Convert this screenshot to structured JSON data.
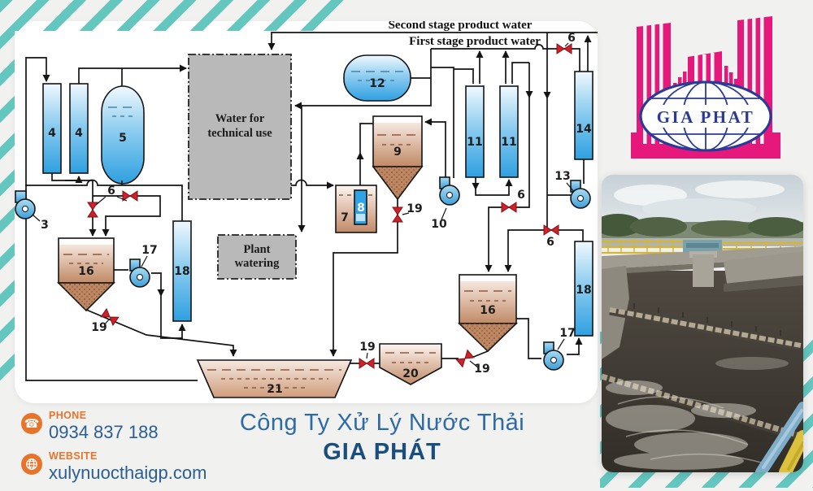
{
  "poster": {
    "annotations": {
      "second_stage": "Second stage product water",
      "first_stage": "First stage product water"
    },
    "boxes": {
      "technical_use": [
        "Water for",
        "technical use"
      ],
      "plant_watering": [
        "Plant",
        "watering"
      ]
    },
    "equipment_labels": {
      "n3": "3",
      "n4": "4",
      "n5": "5",
      "n6": "6",
      "n7": "7",
      "n8": "8",
      "n9": "9",
      "n10": "10",
      "n11": "11",
      "n12": "12",
      "n13": "13",
      "n14": "14",
      "n16": "16",
      "n17": "17",
      "n18": "18",
      "n19": "19",
      "n20": "20",
      "n21": "21"
    },
    "logo": {
      "text": "GIA PHAT"
    },
    "company": {
      "title_line1": "Công Ty Xử Lý Nước Thải",
      "title_line2": "GIA PHÁT"
    },
    "contact": {
      "phone_label": "PHONE",
      "phone_value": "0934 837 188",
      "website_label": "WEBSITE",
      "website_value": "xulynuocthaigp.com"
    },
    "colors": {
      "stripe_teal": "#63c6bf",
      "logo_pink": "#e7187b",
      "logo_navy": "#2b3a97",
      "accent_orange": "#e8742c",
      "title_blue": "#2e6ba6",
      "title_dark_blue": "#1a4e7e",
      "contact_blue": "#2b5e94"
    }
  }
}
